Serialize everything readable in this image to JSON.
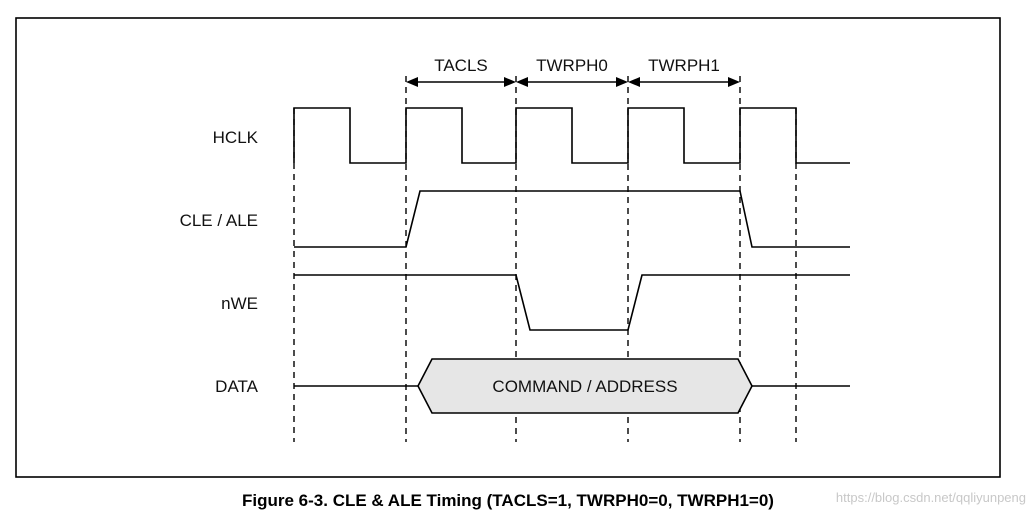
{
  "figure": {
    "caption": "Figure 6-3. CLE & ALE Timing (TACLS=1, TWRPH0=0, TWRPH1=0)",
    "watermark": "https://blog.csdn.net/qqliyunpeng"
  },
  "signals": {
    "hclk": "HCLK",
    "cle_ale": "CLE / ALE",
    "nwe": "nWE",
    "data": "DATA"
  },
  "intervals": {
    "tacls": "TACLS",
    "twrph0": "TWRPH0",
    "twrph1": "TWRPH1"
  },
  "bus": {
    "data_value": "COMMAND / ADDRESS",
    "fill_color": "#e6e6e6"
  },
  "colors": {
    "line": "#000000",
    "frame": "#000000"
  }
}
